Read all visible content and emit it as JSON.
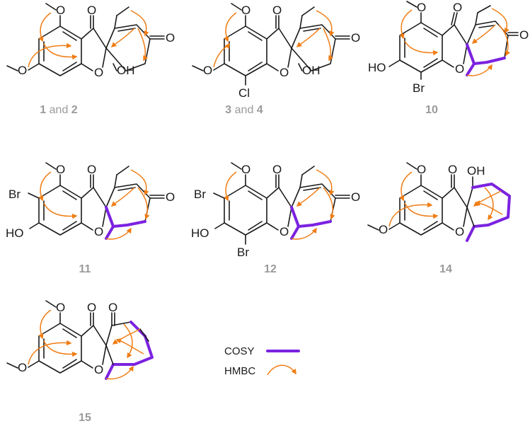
{
  "compounds": [
    {
      "id": "c1",
      "num_a": "1",
      "joiner": " and ",
      "num_b": "2",
      "sub": "OMe",
      "bottom": "OH",
      "r6": "",
      "r7": ""
    },
    {
      "id": "c3",
      "num_a": "3",
      "joiner": " and ",
      "num_b": "4",
      "sub": "OMe",
      "bottom": "OH",
      "r6": "",
      "r7": "Cl"
    },
    {
      "id": "c10",
      "num_a": "10",
      "joiner": "",
      "num_b": "",
      "sub": "OH",
      "bottom": "",
      "r6": "",
      "r7": "Br"
    },
    {
      "id": "c11",
      "num_a": "11",
      "joiner": "",
      "num_b": "",
      "sub": "OH",
      "bottom": "",
      "r6": "Br",
      "r7": ""
    },
    {
      "id": "c12",
      "num_a": "12",
      "joiner": "",
      "num_b": "",
      "sub": "OH",
      "bottom": "",
      "r6": "Br",
      "r7": "Br"
    },
    {
      "id": "c14",
      "num_a": "14",
      "joiner": "",
      "num_b": "",
      "sub": "OMe",
      "bottom": "",
      "r6": "",
      "r7": "",
      "top_oh": "OH"
    },
    {
      "id": "c15",
      "num_a": "15",
      "joiner": "",
      "num_b": "",
      "sub": "OMe",
      "bottom": "",
      "r6": "",
      "r7": ""
    }
  ],
  "atoms": {
    "O": "O",
    "OH": "OH",
    "HO": "HO",
    "Br": "Br",
    "Cl": "Cl"
  },
  "legend": {
    "cosy": "COSY",
    "hmbc": "HMBC"
  },
  "colors": {
    "cosy": "#7b22e0",
    "hmbc": "#f07d14",
    "label": "#9a9a9a"
  }
}
